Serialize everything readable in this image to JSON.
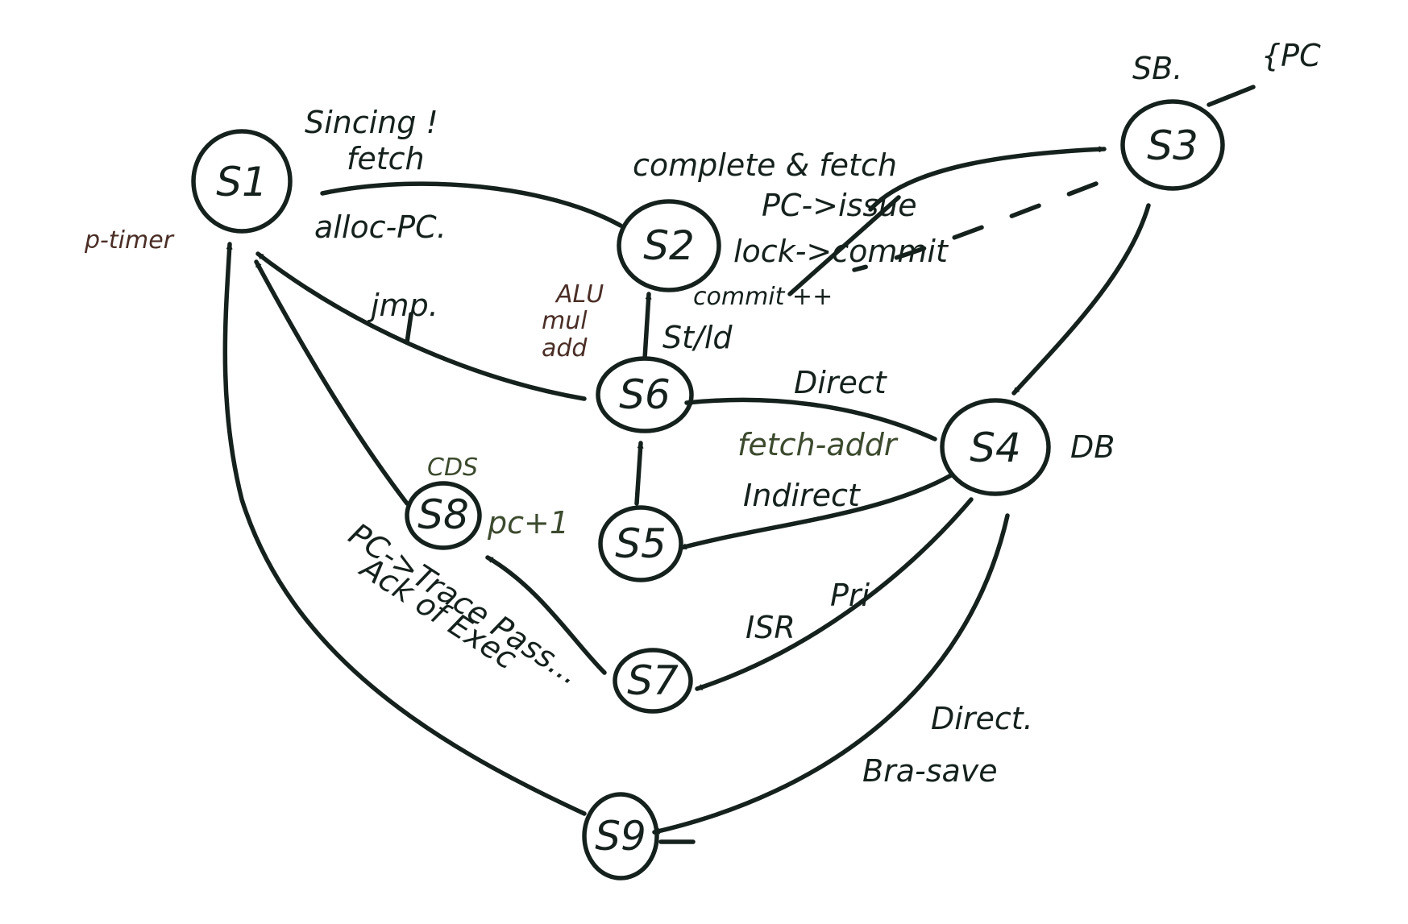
{
  "nodes": {
    "s1": "S1",
    "s2": "S2",
    "s3": "S3",
    "s4": "S4",
    "s5": "S5",
    "s6": "S6",
    "s7": "S7",
    "s8": "S8",
    "s9": "S9"
  },
  "labels": {
    "s1_note_1": "Sincing !",
    "s1_note_2": "fetch",
    "s1_note_3": "alloc-PC.",
    "s1_side": "p-timer",
    "s2_note": "complete & fetch",
    "s2_to_s3_1": "PC->issue",
    "s2_to_s3_2": "lock->commit",
    "s2_to_s3_3": "commit ++",
    "s3_note_1": "SB.",
    "s3_note_2": "{PC",
    "s6_to_s1": "jmp.",
    "side_note_1": "ALU",
    "side_note_2": "mul",
    "side_note_3": "add",
    "s6_to_s2": "St/ld",
    "s4_to_s6_1": "Direct",
    "s4_to_s6_2": "fetch-addr",
    "s4_note": "DB",
    "s4_to_s5": "Indirect",
    "s8_note_1": "CDS",
    "s8_note_2": "pc+1",
    "s7_to_s8_1": "PC->Trace Pass...",
    "s7_to_s8_2": "Ack of Exec",
    "s4_to_s7_1": "ISR",
    "s4_to_s7_2": "Pri",
    "s4_to_s9_1": "Direct.",
    "s4_to_s9_2": "Bra-save"
  }
}
